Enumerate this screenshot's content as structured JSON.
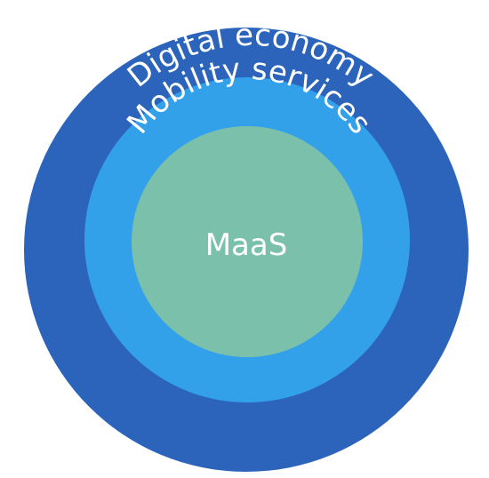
{
  "diagram": {
    "outer_ring": {
      "label": "Digital economy",
      "color": "#2b64ba"
    },
    "middle_ring": {
      "label": "Mobility services",
      "color": "#33a0ea"
    },
    "inner_circle": {
      "label": "MaaS",
      "color": "#7ac0aa"
    },
    "text_color": "#ffffff"
  }
}
